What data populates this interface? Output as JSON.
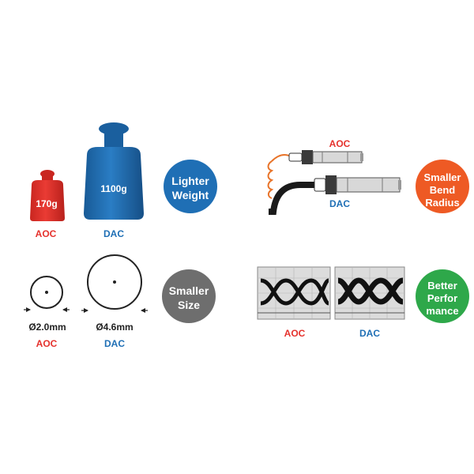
{
  "colors": {
    "red": "#e5322d",
    "blue": "#1f6fb5",
    "gray": "#6e6e6e",
    "orange": "#ee5a24",
    "green": "#2ea84a",
    "eye_bg": "#dcdcdc"
  },
  "weights": {
    "aoc": {
      "value": "170g",
      "label": "AOC"
    },
    "dac": {
      "value": "1100g",
      "label": "DAC"
    }
  },
  "sizes": {
    "aoc": {
      "value": "2.0mm",
      "label": "AOC"
    },
    "dac": {
      "value": "4.6mm",
      "label": "DAC"
    },
    "diameter_symbol": "Ø"
  },
  "badges": {
    "lighter": {
      "line1": "Lighter",
      "line2": "Weight"
    },
    "smaller_size": {
      "line1": "Smaller",
      "line2": "Size"
    },
    "bend": {
      "line1": "Smaller",
      "line2": "Bend",
      "line3": "Radius"
    },
    "performance": {
      "line1": "Better",
      "line2": "Perfor",
      "line3": "mance"
    }
  },
  "cables": {
    "aoc_label": "AOC",
    "dac_label": "DAC"
  },
  "eyes": {
    "aoc_label": "AOC",
    "dac_label": "DAC"
  },
  "icons": [
    "weight-icon",
    "cable-cross-section-icon",
    "transceiver-cable-icon",
    "eye-diagram-icon"
  ]
}
